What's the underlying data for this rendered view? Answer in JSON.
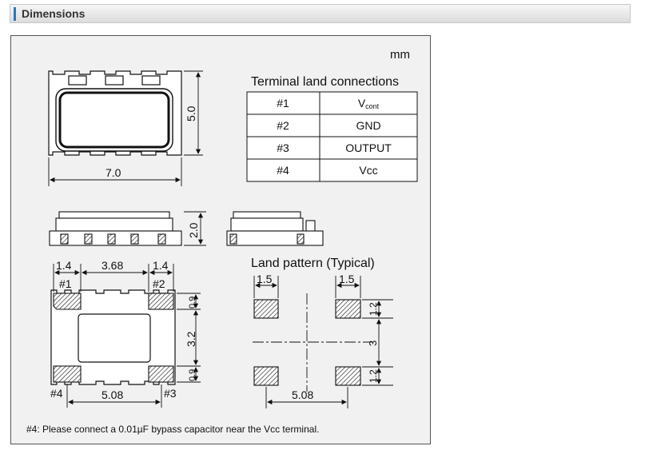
{
  "header": {
    "title": "Dimensions"
  },
  "diagram": {
    "unit": "mm",
    "top_view": {
      "width": "7.0",
      "height": "5.0"
    },
    "side_view": {
      "height": "2.0"
    },
    "table": {
      "title": "Terminal land connections",
      "rows": [
        {
          "pin": "#1",
          "name": "V",
          "sub": "cont"
        },
        {
          "pin": "#2",
          "name": "GND",
          "sub": ""
        },
        {
          "pin": "#3",
          "name": "OUTPUT",
          "sub": ""
        },
        {
          "pin": "#4",
          "name": "Vcc",
          "sub": ""
        }
      ]
    },
    "bottom_view": {
      "pad_width_left": "1.4",
      "pad_gap": "3.68",
      "pad_width_right": "1.4",
      "pad_height_top": "0.9",
      "pad_spacing": "3.2",
      "pad_height_bottom": "0.9",
      "pad_pitch": "5.08",
      "pin1": "#1",
      "pin2": "#2",
      "pin3": "#3",
      "pin4": "#4"
    },
    "land_pattern": {
      "title": "Land pattern (Typical)",
      "pad_w_left": "1.5",
      "pad_w_right": "1.5",
      "pad_h_top": "1.2",
      "center_gap": "3",
      "pad_h_bottom": "1.2",
      "pitch": "5.08"
    },
    "note": "#4: Please connect a 0.01µF bypass capacitor near the Vcc terminal."
  }
}
